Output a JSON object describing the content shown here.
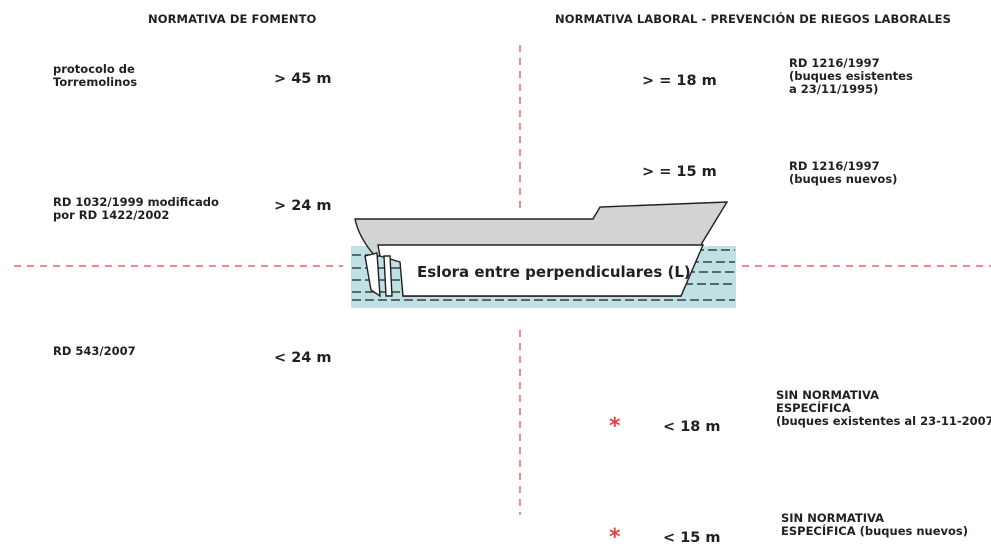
{
  "headers": {
    "fomento": "NORMATIVA DE FOMENTO",
    "laboral": "NORMATIVA LABORAL - PREVENCIÓN DE RIEGOS LABORALES"
  },
  "ship_label": "Eslora entre perpendiculares (L)",
  "fomento": [
    {
      "rule": "protocolo de\nTorremolinos",
      "value": "> 45 m"
    },
    {
      "rule": "RD 1032/1999 modificado\npor RD 1422/2002",
      "value": "> 24 m"
    },
    {
      "rule": "RD 543/2007",
      "value": "< 24 m"
    }
  ],
  "laboral": [
    {
      "value": "> = 18 m",
      "rule": "RD 1216/1997\n(buques esistentes\na 23/11/1995)"
    },
    {
      "value": "> = 15 m",
      "rule": "RD 1216/1997\n(buques nuevos)"
    },
    {
      "marker": "*",
      "value": "< 18 m",
      "rule": "SIN NORMATIVA\nESPECÍFICA\n(buques existentes al 23-11-2007"
    },
    {
      "marker": "*",
      "value": "< 15 m",
      "rule": "SIN NORMATIVA\nESPECÍFICA (buques nuevos)"
    }
  ],
  "colors": {
    "dashed_line": "#e8413c",
    "water": "#bfe0e5",
    "hull_deck": "#d1d3d4",
    "hull_body": "#ffffff",
    "outline": "#231f20",
    "asterisk": "#e8413c"
  }
}
